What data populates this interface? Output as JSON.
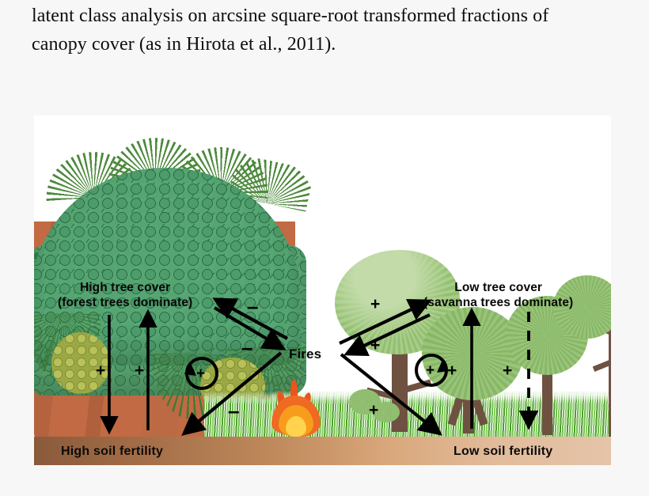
{
  "caption": {
    "line1": "latent class analysis on arcsine square-root transformed fractions of",
    "line2": "canopy cover (as in Hirota et al., 2011)."
  },
  "figure": {
    "labels": {
      "high_tree_cover_line1": "High tree cover",
      "high_tree_cover_line2": "(forest trees dominate)",
      "low_tree_cover_line1": "Low tree cover",
      "low_tree_cover_line2": "(savanna trees dominate)",
      "fires": "Fires",
      "high_soil_fertility": "High soil fertility",
      "low_soil_fertility": "Low soil fertility"
    },
    "signs": {
      "minus": "–",
      "plus": "+"
    },
    "relations": [
      {
        "id": "forest-to-fires",
        "from": "High tree cover",
        "to": "Fires",
        "sign": "–"
      },
      {
        "id": "fires-to-forest",
        "from": "Fires",
        "to": "High tree cover",
        "sign": "–"
      },
      {
        "id": "fires-to-highsoil",
        "from": "Fires",
        "to": "High soil fertility",
        "sign": "–"
      },
      {
        "id": "savanna-to-fires",
        "from": "Low tree cover",
        "to": "Fires",
        "sign": "+"
      },
      {
        "id": "fires-to-savanna",
        "from": "Fires",
        "to": "Low tree cover",
        "sign": "+"
      },
      {
        "id": "fires-to-lowsoil",
        "from": "Fires",
        "to": "Low soil fertility",
        "sign": "+"
      },
      {
        "id": "forest-to-highsoil",
        "from": "High tree cover",
        "to": "High soil fertility",
        "sign": "+"
      },
      {
        "id": "highsoil-to-forest",
        "from": "High soil fertility",
        "to": "High tree cover",
        "sign": "+"
      },
      {
        "id": "lowsoil-to-savanna",
        "from": "Low soil fertility",
        "to": "Low tree cover",
        "sign": "+"
      },
      {
        "id": "savanna-to-lowsoil",
        "from": "Low tree cover",
        "to": "Low soil fertility",
        "sign": "+",
        "style": "dashed"
      },
      {
        "id": "forest-feedback-loop",
        "from": "High tree cover",
        "to": "High tree cover",
        "sign": "+",
        "style": "loop"
      },
      {
        "id": "savanna-feedback-loop",
        "from": "Low tree cover",
        "to": "Low tree cover",
        "sign": "+",
        "style": "loop"
      }
    ],
    "colors": {
      "page_background": "#f7f7f7",
      "figure_background": "#ffffff",
      "forest_canopy": "#55a471",
      "forest_trunk": "#c16a43",
      "savanna_crown": "#9cc77e",
      "savanna_trunk": "#6f5142",
      "grass": "#6fbf4a",
      "soil_high": "#8a5a3b",
      "soil_low": "#e5c4a8",
      "fire_outer": "#ef6a22",
      "fire_inner": "#ffd34d",
      "arrow": "#000000"
    }
  }
}
